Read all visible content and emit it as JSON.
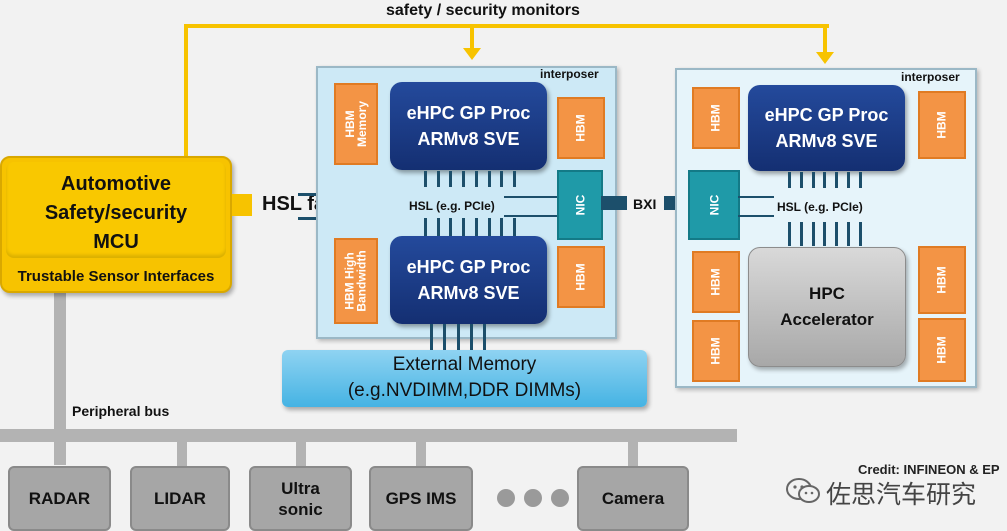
{
  "header": {
    "monitors_label": "safety / security monitors"
  },
  "mcu": {
    "title_lines": [
      "Automotive",
      "Safety/security",
      "MCU"
    ],
    "footer": "Trustable Sensor Interfaces"
  },
  "hsl_fast_link": "HSL fast link",
  "bxi_label": "BXI",
  "left_interposer": {
    "label": "interposer",
    "hbm_memory": "HBM Memory",
    "hbm_high_bandwidth": "HBM High Bandwidth",
    "hbm": "HBM",
    "proc_top": [
      "eHPC GP Proc",
      "ARMv8 SVE"
    ],
    "proc_bottom": [
      "eHPC GP Proc",
      "ARMv8 SVE"
    ],
    "hsl_label": "HSL (e.g. PCIe)",
    "nic": "NIC"
  },
  "right_interposer": {
    "label": "interposer",
    "hbm": "HBM",
    "proc": [
      "eHPC GP Proc",
      "ARMv8 SVE"
    ],
    "hsl_label": "HSL (e.g. PCIe)",
    "nic": "NIC",
    "accelerator": [
      "HPC",
      "Accelerator"
    ]
  },
  "external_memory": [
    "External Memory",
    "(e.g.NVDIMM,DDR DIMMs)"
  ],
  "peripheral_bus": "Peripheral bus",
  "sensors": [
    "RADAR",
    "LIDAR",
    "Ultra sonic",
    "GPS IMS",
    "Camera"
  ],
  "credit": "Credit: INFINEON & EP",
  "watermark": "佐思汽车研究",
  "colors": {
    "orange_hbm": "#f39445",
    "proc_blue": "#1a3c86",
    "nic_teal": "#1f9aa8",
    "mcu_yellow": "#f7c300",
    "interposer_fill": "#cde9f6",
    "memory_blue": "#5bbfe9",
    "bus_gray": "#b3b3b3"
  }
}
